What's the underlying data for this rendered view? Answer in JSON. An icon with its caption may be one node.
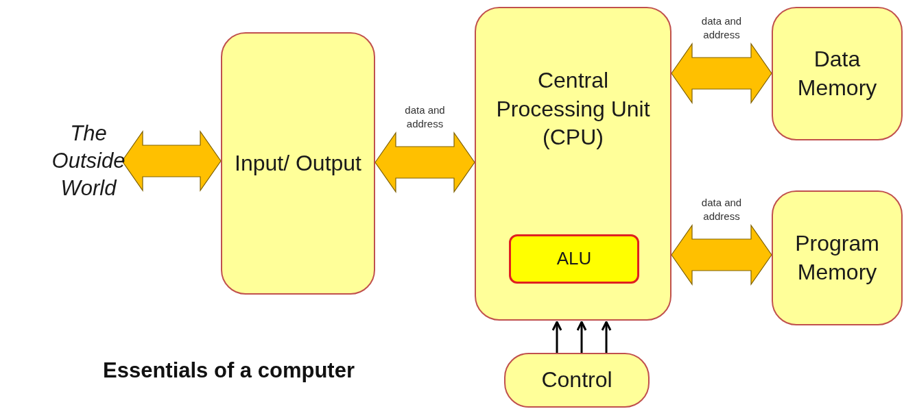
{
  "diagram": {
    "title": "Essentials of a computer",
    "nodes": [
      {
        "text": [
          "The Outside World"
        ]
      },
      {
        "text": [
          "Input/ Output"
        ]
      },
      {
        "text": [
          "Central Processing Unit (CPU)"
        ]
      },
      {
        "text": [
          "ALU"
        ],
        "in": 2
      },
      {
        "text": [
          "Data Memory"
        ]
      },
      {
        "text": [
          "Program Memory"
        ]
      },
      {
        "text": [
          "Control"
        ]
      }
    ],
    "edges": [
      {
        "from": 0,
        "to": 1,
        "arrow": "both",
        "style": "thick",
        "color": "#ffc000"
      },
      {
        "from": 1,
        "to": 2,
        "arrow": "both",
        "label": "data and address",
        "style": "thick",
        "color": "#ffc000"
      },
      {
        "from": 2,
        "to": 4,
        "arrow": "both",
        "label": "data and address",
        "style": "thick",
        "color": "#ffc000"
      },
      {
        "from": 2,
        "to": 5,
        "arrow": "both",
        "label": "data and address",
        "style": "thick",
        "color": "#ffc000"
      },
      {
        "from": 6,
        "to": 2,
        "arrow": "to"
      },
      {
        "from": 6,
        "to": 2,
        "arrow": "to"
      },
      {
        "from": 6,
        "to": 2,
        "arrow": "to"
      }
    ]
  }
}
